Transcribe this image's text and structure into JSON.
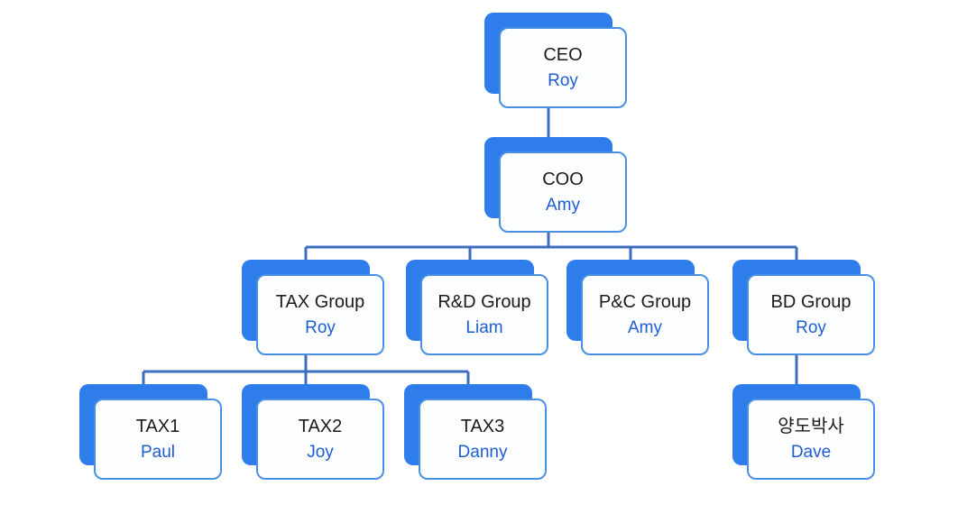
{
  "diagram": {
    "type": "org-chart",
    "nodes": [
      {
        "id": "ceo",
        "title": "CEO",
        "person": "Roy"
      },
      {
        "id": "coo",
        "title": "COO",
        "person": "Amy"
      },
      {
        "id": "tax-group",
        "title": "TAX Group",
        "person": "Roy"
      },
      {
        "id": "rd-group",
        "title": "R&D Group",
        "person": "Liam"
      },
      {
        "id": "pc-group",
        "title": "P&C Group",
        "person": "Amy"
      },
      {
        "id": "bd-group",
        "title": "BD Group",
        "person": "Roy"
      },
      {
        "id": "tax1",
        "title": "TAX1",
        "person": "Paul"
      },
      {
        "id": "tax2",
        "title": "TAX2",
        "person": "Joy"
      },
      {
        "id": "tax3",
        "title": "TAX3",
        "person": "Danny"
      },
      {
        "id": "yangdo",
        "title": "양도박사",
        "person": "Dave"
      }
    ],
    "edges": [
      {
        "from": "CEO",
        "to": "COO"
      },
      {
        "from": "COO",
        "to": "TAX Group"
      },
      {
        "from": "COO",
        "to": "R&D Group"
      },
      {
        "from": "COO",
        "to": "P&C Group"
      },
      {
        "from": "COO",
        "to": "BD Group"
      },
      {
        "from": "TAX Group",
        "to": "TAX1"
      },
      {
        "from": "TAX Group",
        "to": "TAX2"
      },
      {
        "from": "TAX Group",
        "to": "TAX3"
      },
      {
        "from": "BD Group",
        "to": "양도박사"
      }
    ]
  },
  "colors": {
    "shadow": "#2F7DEB",
    "border": "#4A90E2",
    "connector": "#3C6DC0",
    "title": "#1B1B1B",
    "person": "#1D5DD3",
    "card-bg": "#FDFEFF",
    "page-bg": "#FFFFFF"
  }
}
